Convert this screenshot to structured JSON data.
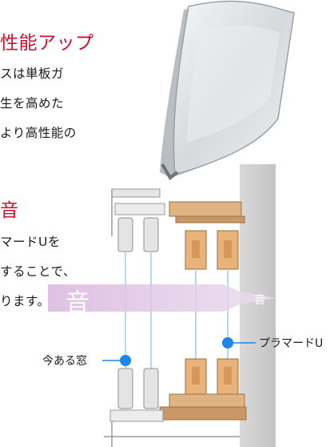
{
  "glass": {
    "heading": "性能アップ",
    "lines": [
      "スは単板ガ",
      "生を高めた",
      "より高性能の"
    ]
  },
  "sound": {
    "heading": "音",
    "lines": [
      "マードUを",
      "することで、",
      "ります。"
    ],
    "arrow_big": "音",
    "arrow_small": "音"
  },
  "labels": {
    "existing": "今ある窓",
    "new": "プラマードU"
  },
  "colors": {
    "accent_red": "#d01030",
    "arrow_pink": "#d9b6de",
    "wood": "#e0b482",
    "dot_blue": "#1e86e6"
  }
}
